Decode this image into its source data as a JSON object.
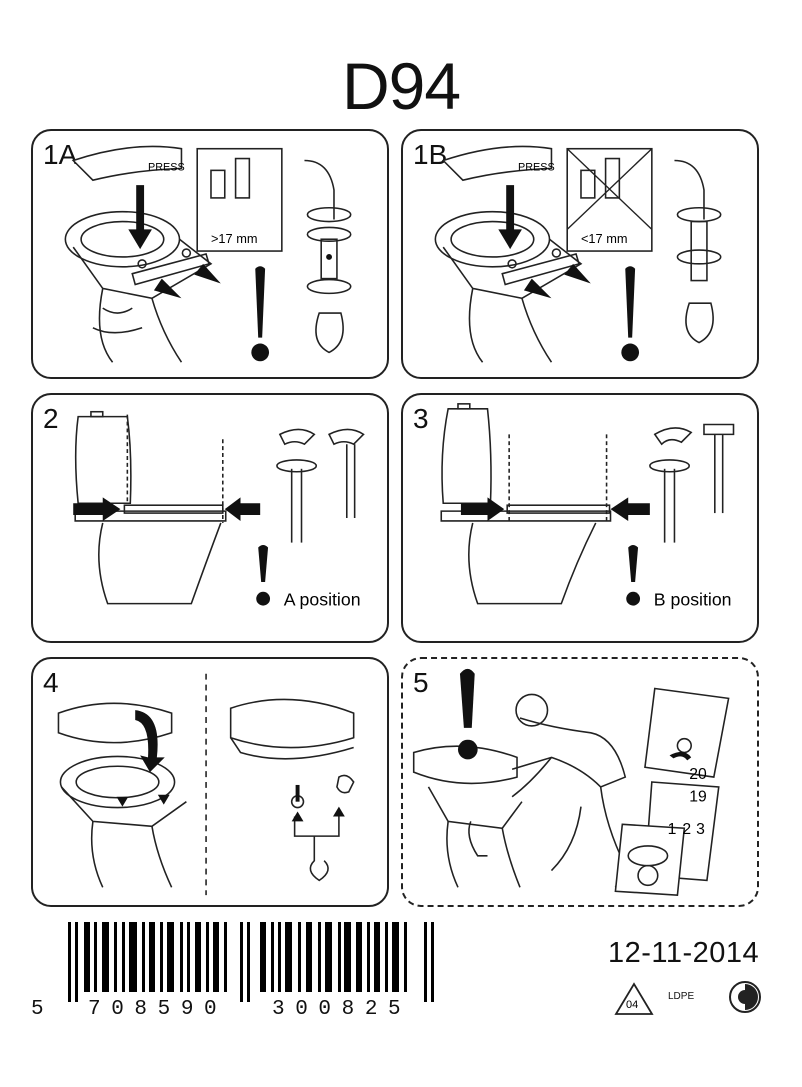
{
  "title": "D94",
  "panels": {
    "p1a": {
      "label": "1A",
      "press": "PRESS",
      "dimension": ">17 mm"
    },
    "p1b": {
      "label": "1B",
      "press": "PRESS",
      "dimension": "<17 mm"
    },
    "p2": {
      "label": "2",
      "caption": "A position"
    },
    "p3": {
      "label": "3",
      "caption": "B position"
    },
    "p4": {
      "label": "4"
    },
    "p5": {
      "label": "5",
      "page_numbers": [
        "20",
        "19",
        "1",
        "2",
        "3"
      ]
    }
  },
  "barcode": {
    "leading_digit": "5",
    "left_group": "7 0 8 5 9 0",
    "right_group": "3 0 0 8 2 5"
  },
  "date": "12-11-2014",
  "recycling": {
    "code": "04",
    "material": "LDPE"
  },
  "icons": [
    "warning-exclamation-icon",
    "arrow-icon",
    "recycle-icon",
    "green-dot-icon",
    "cross-out-icon"
  ]
}
